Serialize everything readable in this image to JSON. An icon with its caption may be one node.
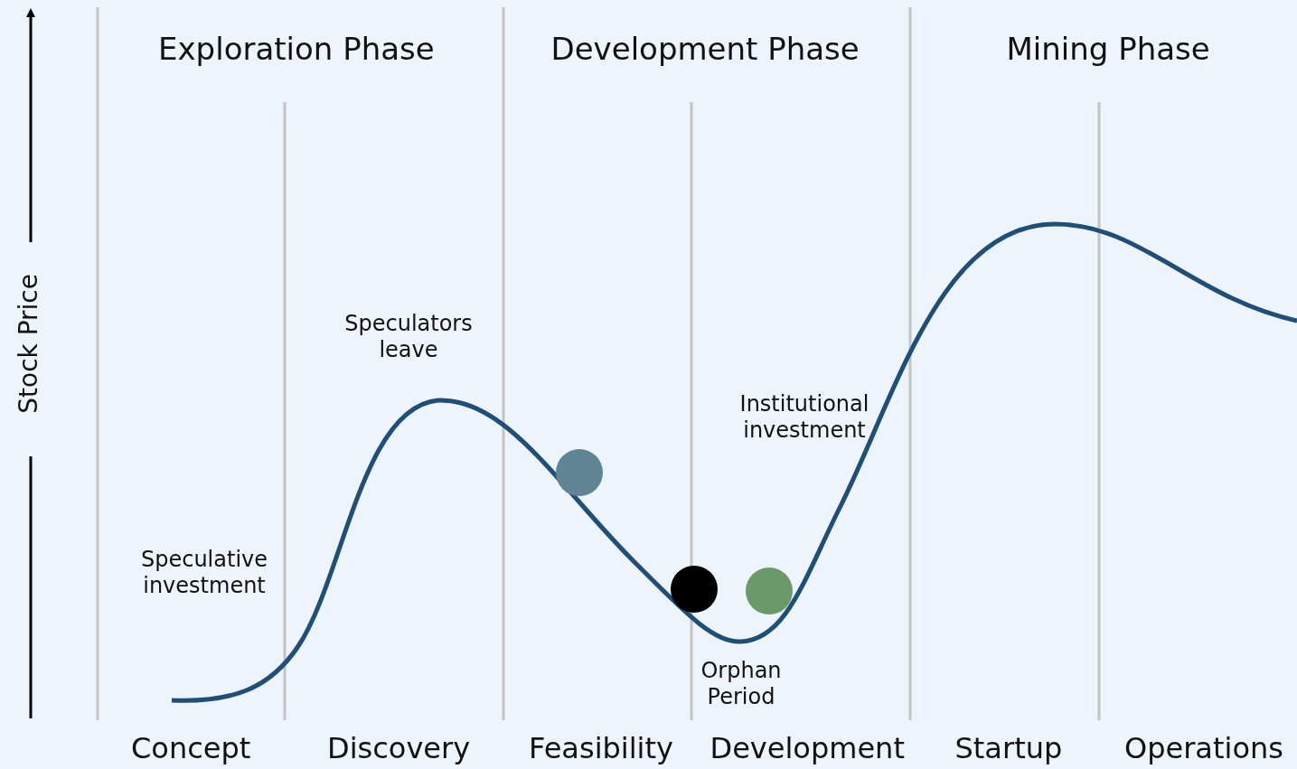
{
  "diagram": {
    "labels": [
      "Exploration Phase",
      "Development Phase",
      "Mining Phase",
      "Stock Price",
      "Speculators leave",
      "Institutional investment",
      "Speculative investment",
      "Orphan Period",
      "Concept",
      "Discovery",
      "Feasibility",
      "Development",
      "Startup",
      "Operations"
    ]
  }
}
